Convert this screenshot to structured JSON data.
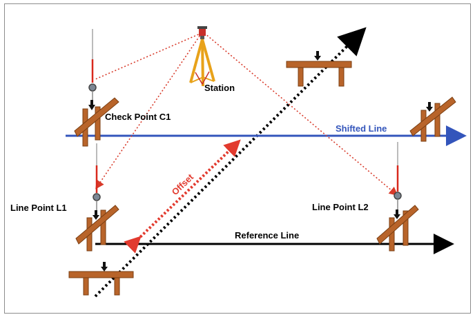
{
  "labels": {
    "station": "Station",
    "check_point": "Check Point C1",
    "shifted_line": "Shifted Line",
    "offset": "Offset",
    "line_point_1": "Line Point L1",
    "line_point_2": "Line Point L2",
    "reference_line": "Reference Line"
  },
  "colors": {
    "shifted_line": "#3355bb",
    "offset": "#e23a2e",
    "sight_lines": "#d83a2a",
    "reference_line": "#000000",
    "diagonal": "#000000",
    "batter_board": "#b8642a",
    "tripod": "#e8a21a",
    "pole": "#d8281c"
  },
  "icons": {
    "station": "total-station-tripod-icon",
    "pole": "survey-prism-pole-icon",
    "batter_board": "batter-board-icon",
    "marker": "down-arrow-marker-icon"
  }
}
